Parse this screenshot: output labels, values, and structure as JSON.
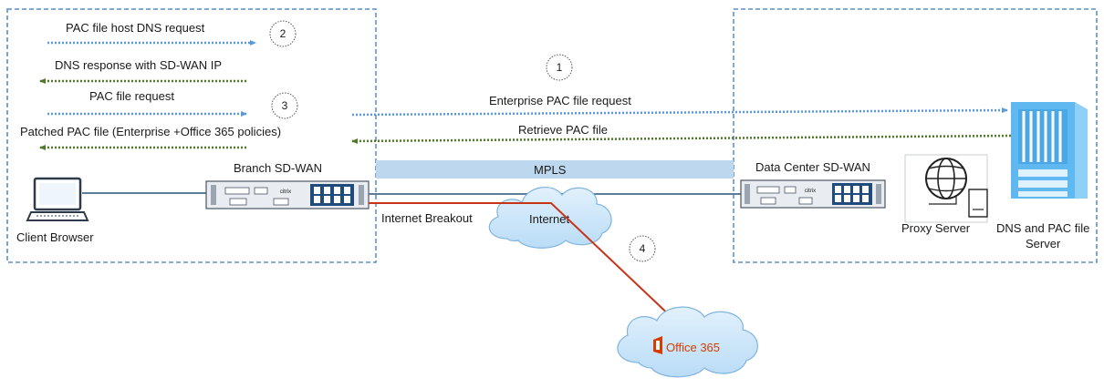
{
  "messages": {
    "pac_dns_request": "PAC file host DNS request",
    "dns_response": "DNS response with SD-WAN IP",
    "pac_file_request": "PAC file request",
    "patched_pac": "Patched PAC file (Enterprise +Office 365 policies)",
    "enterprise_pac_request": "Enterprise PAC file request",
    "retrieve_pac": "Retrieve PAC file"
  },
  "steps": [
    "1",
    "2",
    "3",
    "4"
  ],
  "links": {
    "mpls": "MPLS",
    "internet_breakout": "Internet Breakout",
    "internet": "Internet"
  },
  "nodes": {
    "client_browser": "Client Browser",
    "branch_sdwan": "Branch SD-WAN",
    "dc_sdwan": "Data Center SD-WAN",
    "proxy_server": "Proxy Server",
    "dns_pac_server_line1": "DNS and PAC file",
    "dns_pac_server_line2": "Server",
    "office365": "Office 365",
    "appliance_brand": "citrix"
  },
  "colors": {
    "box_border": "#5b8fc8",
    "blue_arrow": "#5b9bd5",
    "green_arrow": "#4f7a28",
    "breakout_line": "#c8341a",
    "office_red": "#d83b01",
    "mpls_band": "#bdd7ee",
    "cloud": "#cfe6fa",
    "server_blue": "#5fb8f0"
  }
}
